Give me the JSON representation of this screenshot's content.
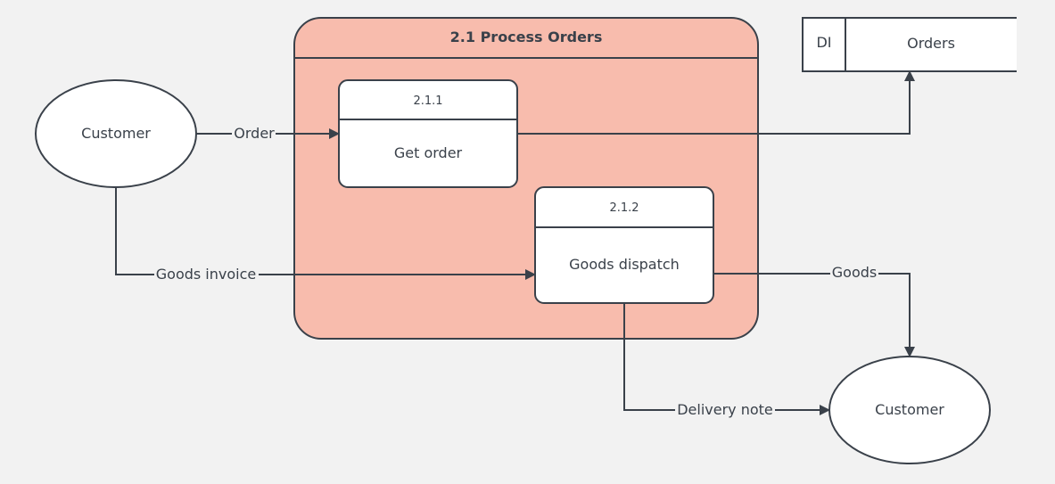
{
  "colors": {
    "background": "#f2f2f2",
    "process_fill": "#f8bcad",
    "stroke": "#3a414a",
    "box_fill": "#ffffff"
  },
  "process_group": {
    "title": "2.1 Process Orders"
  },
  "processes": [
    {
      "id": "2.1.1",
      "label": "Get order"
    },
    {
      "id": "2.1.2",
      "label": "Goods dispatch"
    }
  ],
  "data_store": {
    "id": "DI",
    "label": "Orders"
  },
  "entities": [
    {
      "label": "Customer"
    },
    {
      "label": "Customer"
    }
  ],
  "flows": [
    {
      "label": "Order"
    },
    {
      "label": "Goods invoice"
    },
    {
      "label": "Goods"
    },
    {
      "label": "Delivery note"
    }
  ]
}
